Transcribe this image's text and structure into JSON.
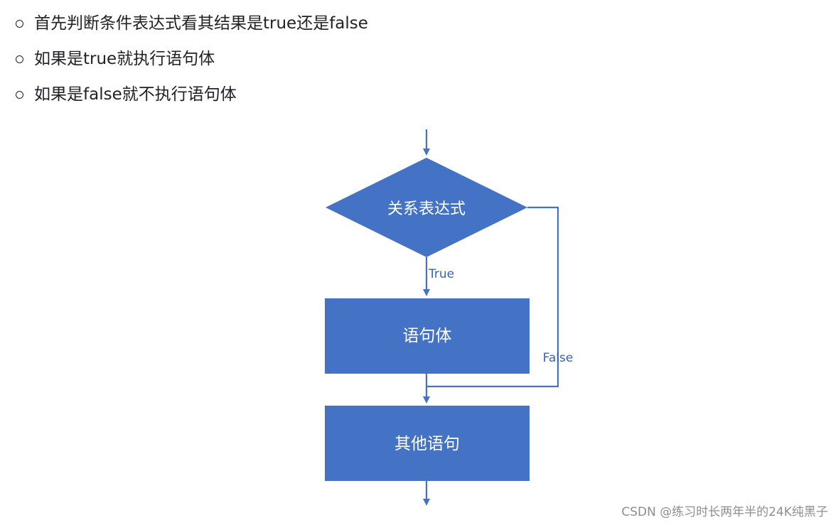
{
  "bullets": [
    "首先判断条件表达式看其结果是true还是false",
    "如果是true就执行语句体",
    "如果是false就不执行语句体"
  ],
  "flowchart": {
    "condition": "关系表达式",
    "true_label": "True",
    "false_label": "False",
    "statement": "语句体",
    "next": "其他语句"
  },
  "colors": {
    "shape_fill": "#4472c4",
    "line": "#4472c4",
    "shape_text": "#ffffff",
    "edge_label": "#3a63b0"
  },
  "watermark": "CSDN @练习时长两年半的24K纯黑子"
}
